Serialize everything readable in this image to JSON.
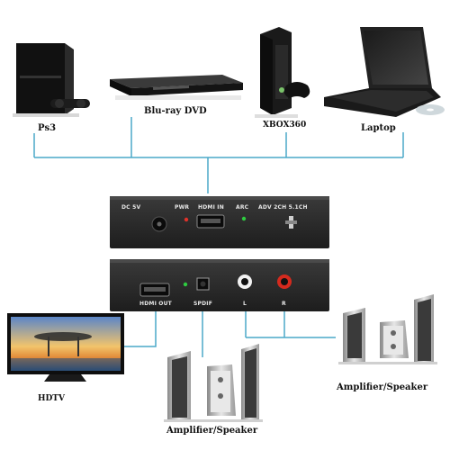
{
  "sources": [
    {
      "name": "ps3",
      "label": "Ps3"
    },
    {
      "name": "bluray",
      "label": "Blu-ray DVD"
    },
    {
      "name": "xbox",
      "label": "XBOX360"
    },
    {
      "name": "laptop",
      "label": "Laptop"
    }
  ],
  "outputs": {
    "hdtv": {
      "label": "HDTV"
    },
    "speaker_center": {
      "label": "Amplifier/Speaker"
    },
    "speaker_right": {
      "label": "Amplifier/Speaker"
    }
  },
  "top_panel": {
    "dc": "DC 5V",
    "pwr": "PWR",
    "hdmi_in": "HDMI IN",
    "arc": "ARC",
    "mode": "ADV 2CH 5.1CH"
  },
  "bottom_panel": {
    "hdmi_out": "HDMI OUT",
    "spdif": "SPDIF",
    "left": "L",
    "right": "R"
  },
  "colors": {
    "connector": "#4aa8c8",
    "panel": "#2a2a2a",
    "led": "#2ecc40",
    "rca_red": "#d42a1e"
  }
}
